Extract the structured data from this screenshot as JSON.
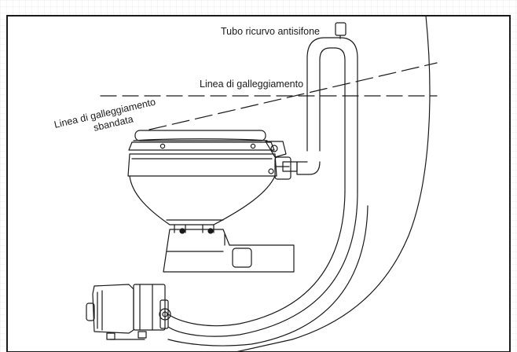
{
  "labels": {
    "anti_siphon": "Tubo ricurvo antisifone",
    "waterline": "Linea di galleggiamento",
    "heeled_line1": "Linea di galleggiamento",
    "heeled_line2": "sbandata"
  },
  "colors": {
    "ink": "#1a1a1a",
    "grid": "#e6e6e6",
    "background": "#ffffff"
  }
}
